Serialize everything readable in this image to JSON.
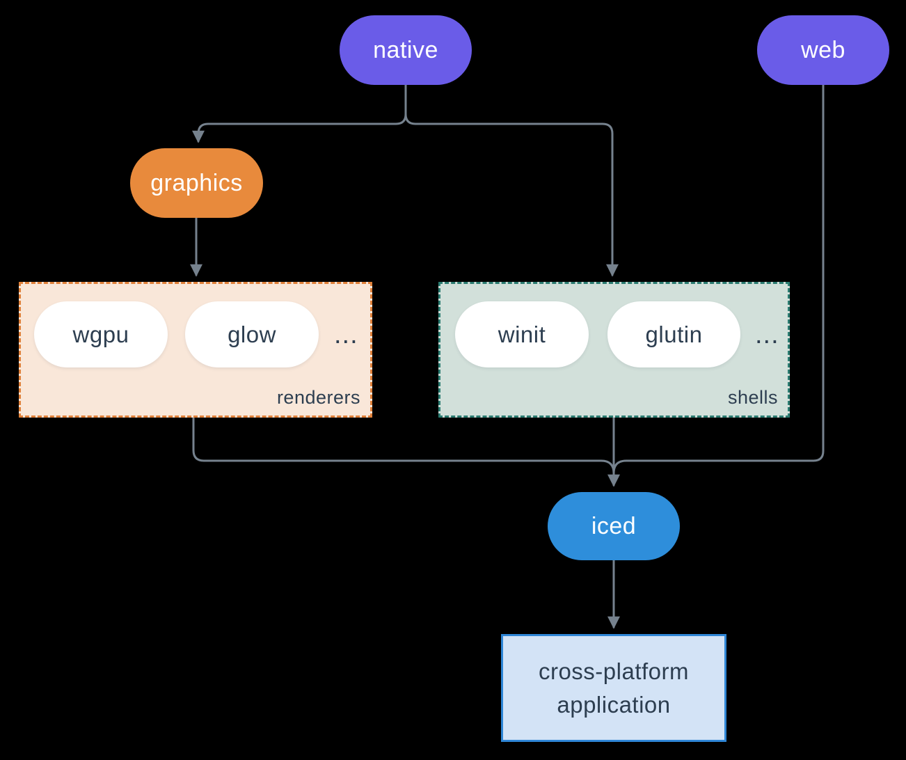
{
  "nodes": {
    "native": {
      "label": "native",
      "color": "#6a5ce8",
      "text_color": "#ffffff"
    },
    "web": {
      "label": "web",
      "color": "#6a5ce8",
      "text_color": "#ffffff"
    },
    "graphics": {
      "label": "graphics",
      "color": "#e88a3c",
      "text_color": "#ffffff"
    },
    "iced": {
      "label": "iced",
      "color": "#2e8edb",
      "text_color": "#ffffff"
    },
    "application": {
      "label": "cross-platform application",
      "fill": "#d3e3f6",
      "border": "#2f86d6",
      "text_color": "#2d3e50"
    }
  },
  "groups": {
    "renderers": {
      "label": "renderers",
      "items": [
        "wgpu",
        "glow"
      ],
      "ellipsis": "...",
      "fill": "#f9e7d9",
      "border": "#e0813a",
      "item_fill": "#ffffff",
      "item_text_color": "#2d3e50"
    },
    "shells": {
      "label": "shells",
      "items": [
        "winit",
        "glutin"
      ],
      "ellipsis": "...",
      "fill": "#d2e0da",
      "border": "#2b7c71",
      "item_fill": "#ffffff",
      "item_text_color": "#2d3e50"
    }
  },
  "edges": [
    {
      "from": "native",
      "to": "graphics",
      "arrow": true
    },
    {
      "from": "native",
      "to": "shells",
      "arrow": true
    },
    {
      "from": "graphics",
      "to": "renderers",
      "arrow": true
    },
    {
      "from": "renderers",
      "to": "iced",
      "arrow": true
    },
    {
      "from": "shells",
      "to": "iced",
      "arrow": true
    },
    {
      "from": "web",
      "to": "iced",
      "arrow": true
    },
    {
      "from": "iced",
      "to": "application",
      "arrow": true
    }
  ],
  "colors": {
    "background": "#000000",
    "connector": "#76828e"
  }
}
